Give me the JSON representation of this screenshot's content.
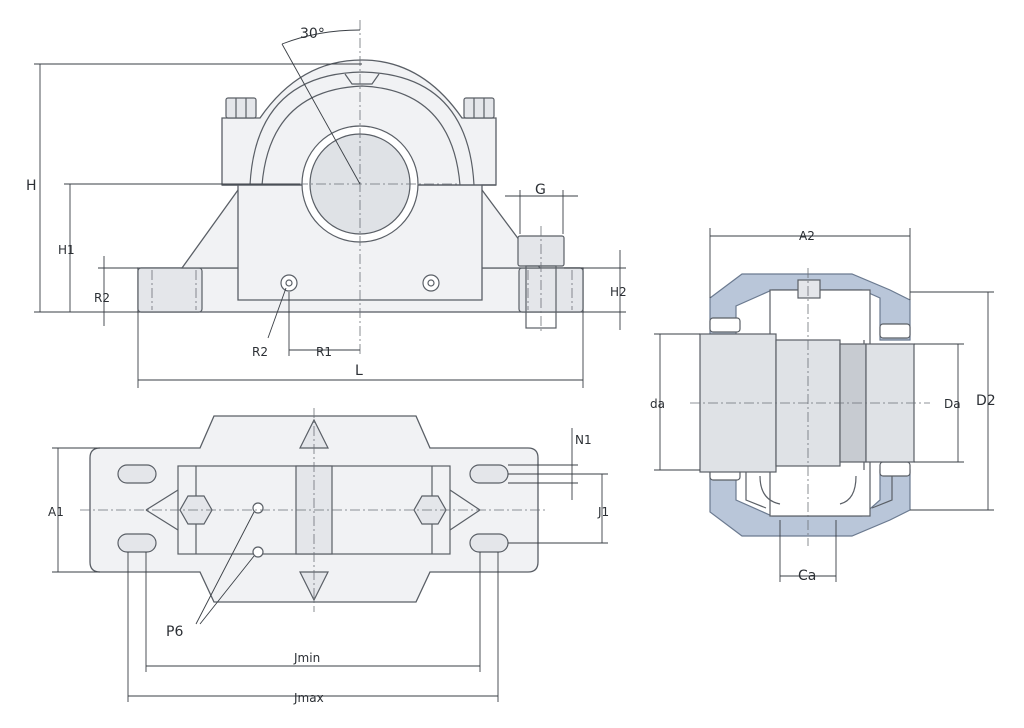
{
  "labels": {
    "angle": "30°",
    "H": "H",
    "H1": "H1",
    "H2": "H2",
    "R2": "R2",
    "R1": "R1",
    "L": "L",
    "G": "G",
    "A1": "A1",
    "N1": "N1",
    "J1": "J1",
    "P6": "P6",
    "Jmin": "Jmin",
    "Jmax": "Jmax",
    "A2": "A2",
    "da": "da",
    "Da": "Da",
    "D2": "D2",
    "Ca": "Ca"
  },
  "colors": {
    "line": "#5a5f66",
    "seal_blue": "#b9c6d9",
    "shaft": "#dfe2e6"
  }
}
